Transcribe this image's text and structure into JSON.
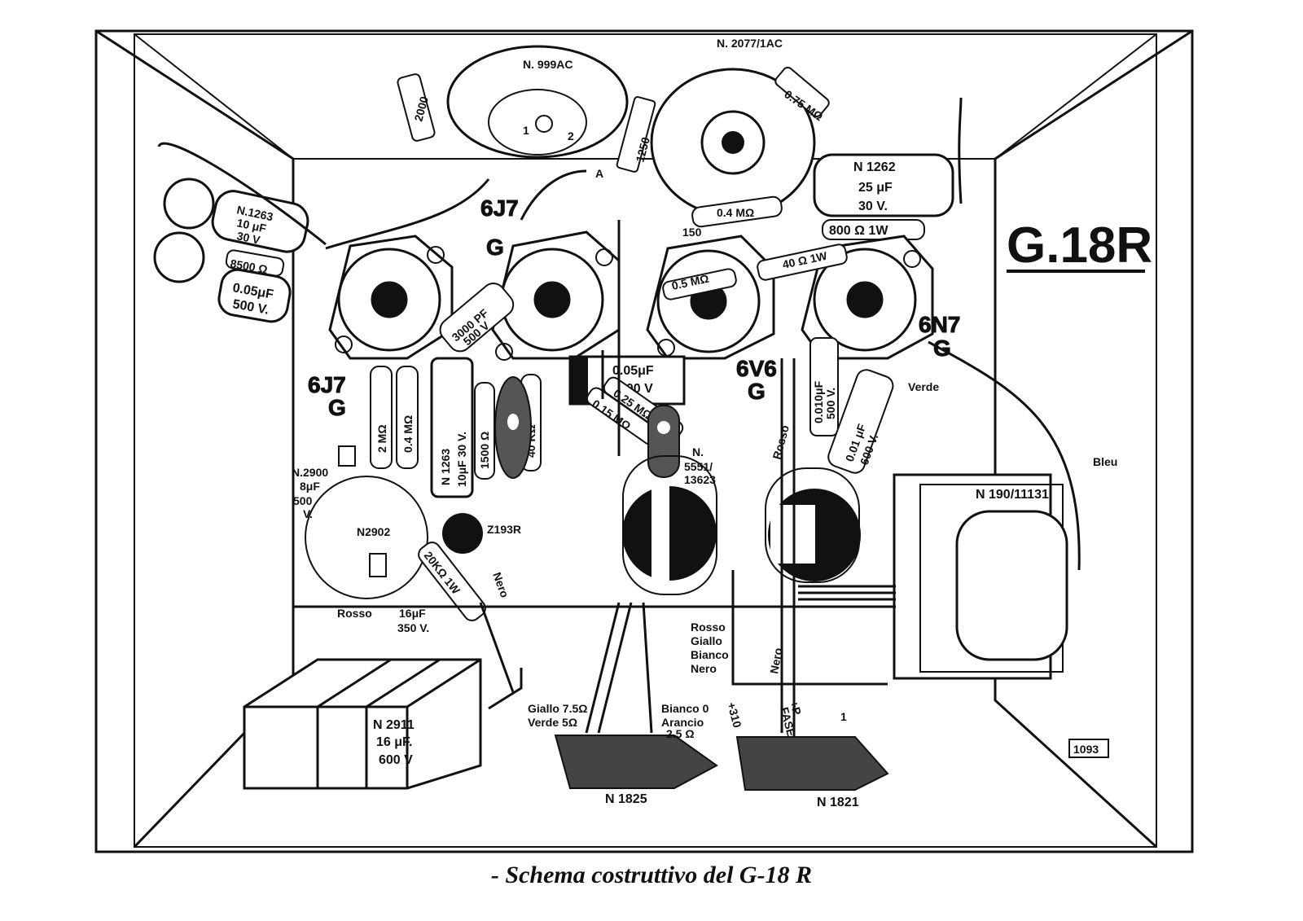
{
  "model_title": "G.18R",
  "caption": "- Schema costruttivo del G-18 R",
  "drawing_number": "1093",
  "tubes": {
    "tube1": {
      "type": "6J7",
      "suffix": "G"
    },
    "tube2": {
      "type": "6J7",
      "suffix": "G"
    },
    "tube3": {
      "type": "6V6",
      "suffix": "G"
    },
    "tube4": {
      "type": "6N7",
      "suffix": "G"
    }
  },
  "parts": {
    "top_transformer": "N. 999AC",
    "top_socket": "N. 2077/1AC",
    "cap_1262_label": "N 1262",
    "cap_1262_value": "25 μF",
    "cap_1262_voltage": "30 V.",
    "res_800": "800 Ω 1W",
    "res_04m_top": "0.4 MΩ",
    "res_40_1w": "40 Ω 1W",
    "res_05m": "0.5 MΩ",
    "cap_1263_top_label": "N.1263",
    "cap_1263_top_value": "10 μF",
    "cap_1263_top_voltage": "30 V",
    "res_8500": "8500 Ω",
    "cap_005_left": "0.05μF",
    "cap_005_left_v": "500 V.",
    "cap_3000pf": "3000 PF",
    "cap_3000pf_v": "500 V",
    "res_2m": "2 MΩ",
    "res_04m": "0.4 MΩ",
    "cap_1263_mid_label": "N 1263",
    "cap_1263_mid_value": "10μF 30 V.",
    "res_1500": "1500 Ω",
    "res_40k": "40 KΩ",
    "cap_005_mid": "0.05μF",
    "cap_005_mid_v": "500 V",
    "res_025m": "0.25 MΩ",
    "res_015m": "0.15 MΩ",
    "pot_5551_a": "N.",
    "pot_5551_b": "5551/",
    "pot_5551_c": "13623",
    "cap_0010": "0.010μF",
    "cap_0010_v": "500 V.",
    "cap_001": "0.01 μF",
    "cap_001_v": "600 V.",
    "cap_2900_label": "N.2900",
    "cap_2900_value": "8μF",
    "cap_2900_v": "500",
    "cap_2900_v2": "V.",
    "cap_2902": "N2902",
    "choke_z193r": "Z193R",
    "res_20k": "20KΩ 1W",
    "cap_16uf_a": "16μF",
    "cap_16uf_b": "350 V.",
    "output_transformer": "N 190/11131",
    "cap_2911_a": "N 2911",
    "cap_2911_b": "16 μF.",
    "cap_2911_c": "600 V",
    "plug_1825": "N 1825",
    "plug_1821": "N 1821",
    "small_150": "150",
    "small_2000": "2000",
    "small_1250": "1250",
    "small_075m": "0.75 MΩ",
    "small_1": "1",
    "small_2": "2",
    "small_a1": "A",
    "small_a2": "A"
  },
  "wires": {
    "verde": "Verde",
    "bleu": "Bleu",
    "rosso_right": "Rosso",
    "nero_mid": "Nero",
    "rosso_left": "Rosso",
    "rosso_bundle": "Rosso",
    "giallo_bundle": "Giallo",
    "bianco_bundle": "Bianco",
    "nero_bundle": "Nero",
    "nero_right": "Nero",
    "giallo_75": "Giallo 7.5Ω",
    "verde_5": "Verde 5Ω",
    "bianco_0": "Bianco 0",
    "arancio_25a": "Arancio",
    "arancio_25b": "2.5 Ω",
    "t310": "+310",
    "t_p": "+P",
    "t_fase": "FASE",
    "t_1": "1"
  }
}
